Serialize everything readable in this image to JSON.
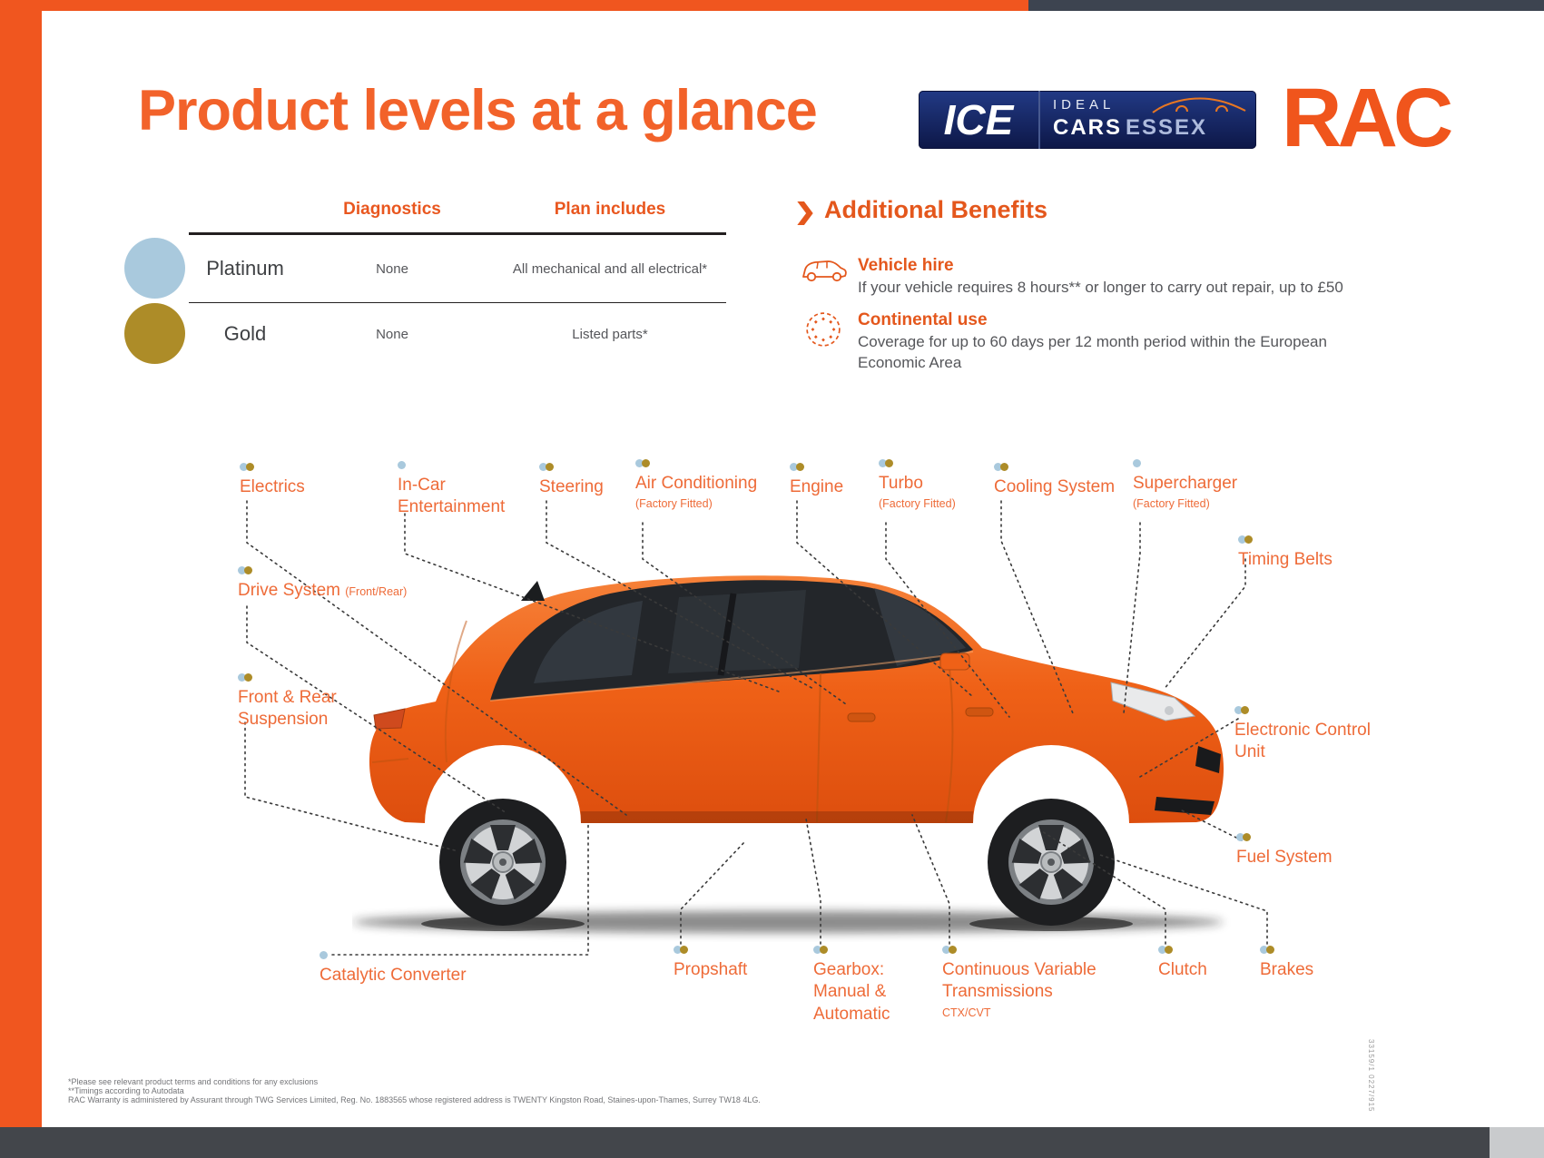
{
  "page": {
    "title": "Product levels at a glance",
    "side_code": "33159/1 0227/915",
    "footnotes": [
      "*Please see relevant product terms and conditions for any exclusions",
      "**Timings according to Autodata",
      "RAC Warranty is administered by Assurant through TWG Services Limited, Reg. No. 1883565  whose registered address is TWENTY Kingston Road, Staines-upon-Thames, Surrey TW18 4LG."
    ]
  },
  "logos": {
    "ice": {
      "abbr": "ICE",
      "word1": "IDEAL",
      "word2": "CARS",
      "word3": "ESSEX"
    },
    "rac": "RAC"
  },
  "colors": {
    "accent_orange": "#f0561f",
    "platinum_dot": "#a9c9dd",
    "gold_dot": "#ad8c28"
  },
  "plans": {
    "columns": [
      "Diagnostics",
      "Plan includes"
    ],
    "rows": [
      {
        "name": "Platinum",
        "dot": "platinum",
        "diagnostics": "None",
        "includes": "All mechanical and all electrical*"
      },
      {
        "name": "Gold",
        "dot": "gold",
        "diagnostics": "None",
        "includes": "Listed parts*"
      }
    ]
  },
  "benefits": {
    "title": "Additional Benefits",
    "items": [
      {
        "icon": "car-icon",
        "title": "Vehicle hire",
        "desc": "If your vehicle requires 8 hours** or longer to carry out repair, up to £50"
      },
      {
        "icon": "eu-stars-icon",
        "title": "Continental use",
        "desc": "Coverage for up to 60 days per 12 month period within the European Economic Area"
      }
    ]
  },
  "parts": [
    {
      "line1": "Electrics",
      "dots": [
        "platinum",
        "gold"
      ]
    },
    {
      "line1": "In-Car",
      "line2": "Entertainment",
      "dots": [
        "platinum"
      ]
    },
    {
      "line1": "Steering",
      "dots": [
        "platinum",
        "gold"
      ]
    },
    {
      "line1": "Air Conditioning",
      "sub": "(Factory Fitted)",
      "dots": [
        "platinum",
        "gold"
      ]
    },
    {
      "line1": "Engine",
      "dots": [
        "platinum",
        "gold"
      ]
    },
    {
      "line1": "Turbo",
      "sub": "(Factory Fitted)",
      "dots": [
        "platinum",
        "gold"
      ]
    },
    {
      "line1": "Cooling System",
      "dots": [
        "platinum",
        "gold"
      ]
    },
    {
      "line1": "Supercharger",
      "sub": "(Factory Fitted)",
      "dots": [
        "platinum"
      ]
    },
    {
      "line1": "Timing Belts",
      "dots": [
        "platinum",
        "gold"
      ]
    },
    {
      "line1": "Drive System",
      "sub": "(Front/Rear)",
      "dots": [
        "platinum",
        "gold"
      ]
    },
    {
      "line1": "Front & Rear",
      "line2": "Suspension",
      "dots": [
        "platinum",
        "gold"
      ]
    },
    {
      "line1": "Electronic Control",
      "line2": "Unit",
      "dots": [
        "platinum",
        "gold"
      ]
    },
    {
      "line1": "Fuel System",
      "dots": [
        "platinum",
        "gold"
      ]
    },
    {
      "line1": "Catalytic Converter",
      "dots": [
        "platinum"
      ]
    },
    {
      "line1": "Propshaft",
      "dots": [
        "platinum",
        "gold"
      ]
    },
    {
      "line1": "Gearbox:",
      "line2": "Manual &",
      "line3": "Automatic",
      "dots": [
        "platinum",
        "gold"
      ]
    },
    {
      "line1": "Continuous Variable",
      "line2": "Transmissions",
      "sub": "CTX/CVT",
      "dots": [
        "platinum",
        "gold"
      ]
    },
    {
      "line1": "Clutch",
      "dots": [
        "platinum",
        "gold"
      ]
    },
    {
      "line1": "Brakes",
      "dots": [
        "platinum",
        "gold"
      ]
    }
  ]
}
